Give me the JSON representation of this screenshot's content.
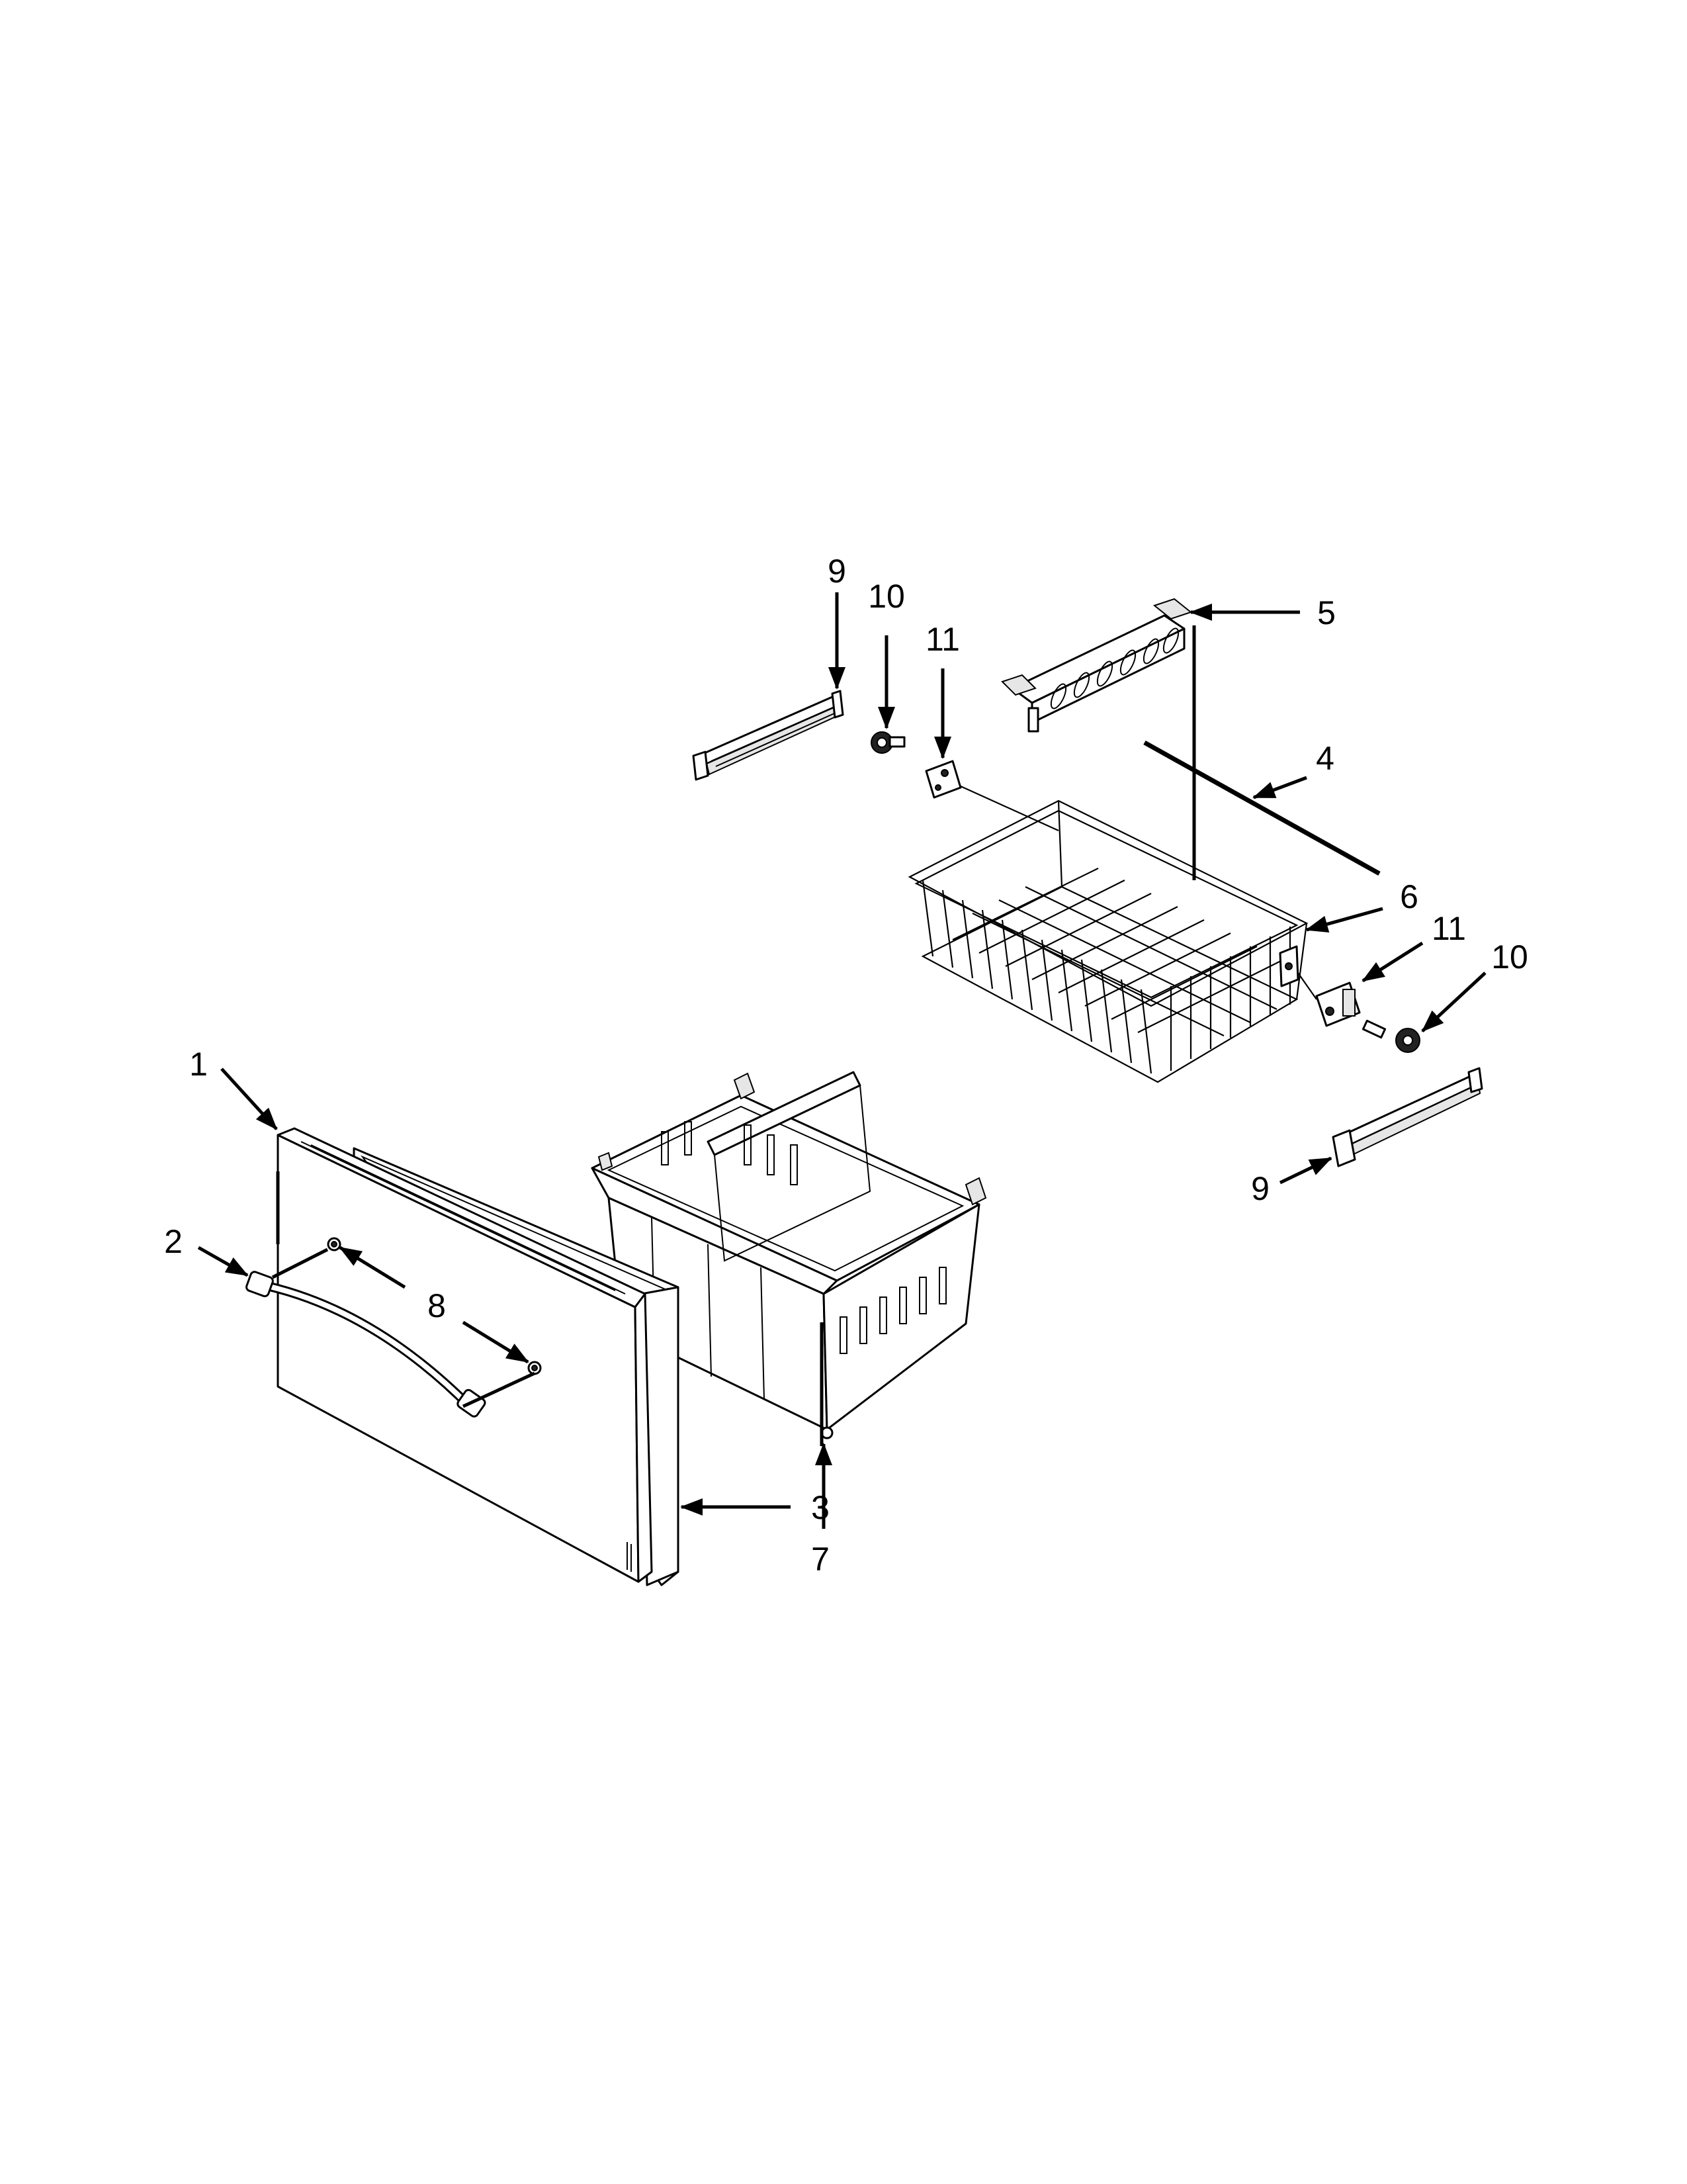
{
  "diagram": {
    "type": "exploded parts diagram",
    "callouts": [
      {
        "id": "c1",
        "label": "1"
      },
      {
        "id": "c2",
        "label": "2"
      },
      {
        "id": "c3",
        "label": "3"
      },
      {
        "id": "c4",
        "label": "4"
      },
      {
        "id": "c5",
        "label": "5"
      },
      {
        "id": "c6",
        "label": "6"
      },
      {
        "id": "c7",
        "label": "7"
      },
      {
        "id": "c8",
        "label": "8"
      },
      {
        "id": "c9a",
        "label": "9"
      },
      {
        "id": "c9b",
        "label": "9"
      },
      {
        "id": "c10a",
        "label": "10"
      },
      {
        "id": "c10b",
        "label": "10"
      },
      {
        "id": "c11a",
        "label": "11"
      },
      {
        "id": "c11b",
        "label": "11"
      }
    ]
  }
}
